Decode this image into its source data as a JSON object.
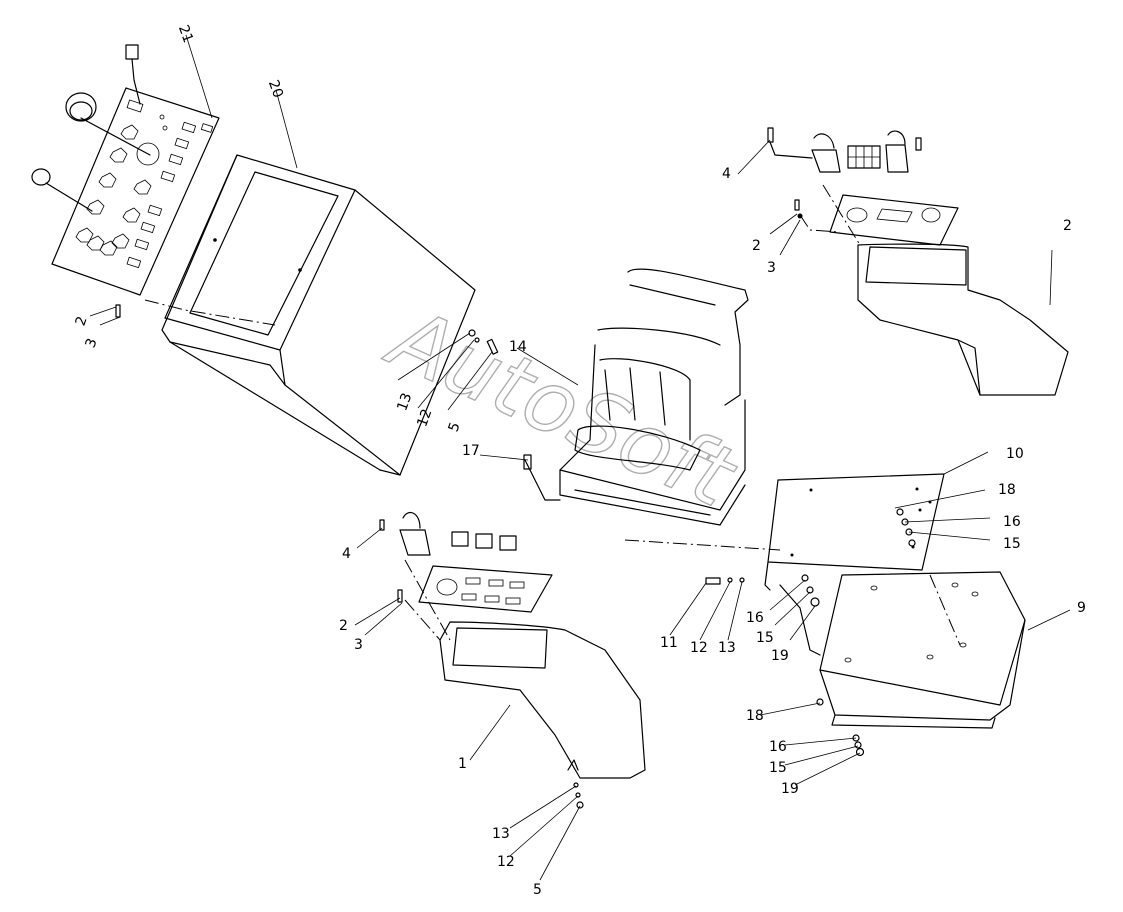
{
  "watermark": "AutoSoft",
  "callouts": {
    "c21": "21",
    "c20": "20",
    "c2a": "2",
    "c3a": "3",
    "c13a": "13",
    "c12a": "12",
    "c5a": "5",
    "c14": "14",
    "c17": "17",
    "c4a": "4",
    "c2b": "2",
    "c3b": "3",
    "c2r": "2",
    "c10": "10",
    "c18a": "18",
    "c16a": "16",
    "c15a": "15",
    "c4b": "4",
    "c2c": "2",
    "c3c": "3",
    "c11": "11",
    "c12b": "12",
    "c13b": "13",
    "c16b": "16",
    "c15b": "15",
    "c19a": "19",
    "c9": "9",
    "c1": "1",
    "c18b": "18",
    "c16c": "16",
    "c15c": "15",
    "c19b": "19",
    "c13c": "13",
    "c12c": "12",
    "c5b": "5"
  }
}
